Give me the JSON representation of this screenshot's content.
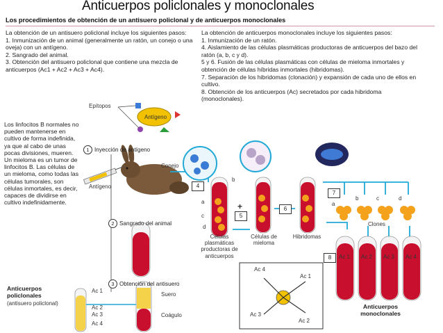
{
  "slide_title": "Anticuerpos policlonales y monoclonales",
  "doc_header": "Los procedimientos de obtención de un antisuero policlonal y de anticuerpos monoclonales",
  "left_column": {
    "intro": "La obtención de un antisuero policlonal incluye los siguientes pasos:",
    "steps": [
      "1. Inmunización de un animal (generalmente un ratón, un conejo o una oveja) con un antígeno.",
      "2. Sangrado del animal.",
      "3. Obtención del antisuero policlonal que contiene una mezcla de anticuerpos (Ac1 + Ac2 + Ac3 + Ac4)."
    ]
  },
  "right_column": {
    "intro": "La obtención de anticuerpos monoclonales incluye los siguientes pasos:",
    "steps": [
      "1. Inmunización de un ratón.",
      "4. Aislamiento de las células plasmáticas productoras de anticuerpos del bazo del ratón (a, b, c y d).",
      "5 y 6. Fusión de las células plasmáticas con células de mieloma inmortales y obtención de células híbridas inmortales (hibridomas).",
      "7. Separación de los hibridomas (clonación) y expansión de cada uno de ellos en cultivo.",
      "8. Obtención de los anticuerpos (Ac) secretados por cada hibridoma (monoclonales)."
    ]
  },
  "lymphocytes_text": "Los linfocitos B normales no pueden mantenerse en cultivo de forma indefinida, ya que al cabo de unas pocas divisiones, mueren. Un mieloma es un tumor de linfocitos B. Las células de un mieloma, como todas las células tumorales, son células inmortales, es decir, capaces de dividirse en cultivo indefinidamente.",
  "diagram": {
    "epitopos": "Epítopos",
    "antigeno": "Antígeno",
    "conejo": "Conejo",
    "antigeno_syringe": "Antígeno",
    "step1": "Inyección de antígeno",
    "step2": "Sangrado del animal",
    "step3": "Obtención del antisuero",
    "n1": "1",
    "n2": "2",
    "n3": "3",
    "box4": "4",
    "box5": "5",
    "box6": "6",
    "box7": "7",
    "box8": "8",
    "a": "a",
    "b": "b",
    "c": "c",
    "d": "d",
    "a2": "a",
    "b2": "b",
    "c2": "c",
    "d2": "d",
    "plus": "+",
    "celulas_plasmaticas": "Células plasmáticas productoras de anticuerpos",
    "celulas_mieloma": "Células de mieloma",
    "hibridomas": "Hibridomas",
    "clones": "Clones",
    "suero": "Suero",
    "coagulo": "Coágulo",
    "policlonales_title": "Anticuerpos policlonales",
    "policlonales_sub": "(antisuero policlonal)",
    "ac1": "Ac 1",
    "ac2": "Ac 2",
    "ac3": "Ac 3",
    "ac4": "Ac 4",
    "tube_ac1": "Ac 1",
    "tube_ac2": "Ac 2",
    "tube_ac3": "Ac 3",
    "tube_ac4": "Ac 4",
    "box_ac4": "Ac 4",
    "box_ac1": "Ac 1",
    "box_ac3": "Ac 3",
    "box_ac2": "Ac 2",
    "monoclonales": "Anticuerpos monoclonales"
  },
  "colors": {
    "blood": "#c8102e",
    "cyan": "#21a9d6",
    "antigen": "#f2c200",
    "plasma_cell": "#f4a21c",
    "myeloma": "#b8a4c9",
    "serum": "#f4d24a"
  }
}
